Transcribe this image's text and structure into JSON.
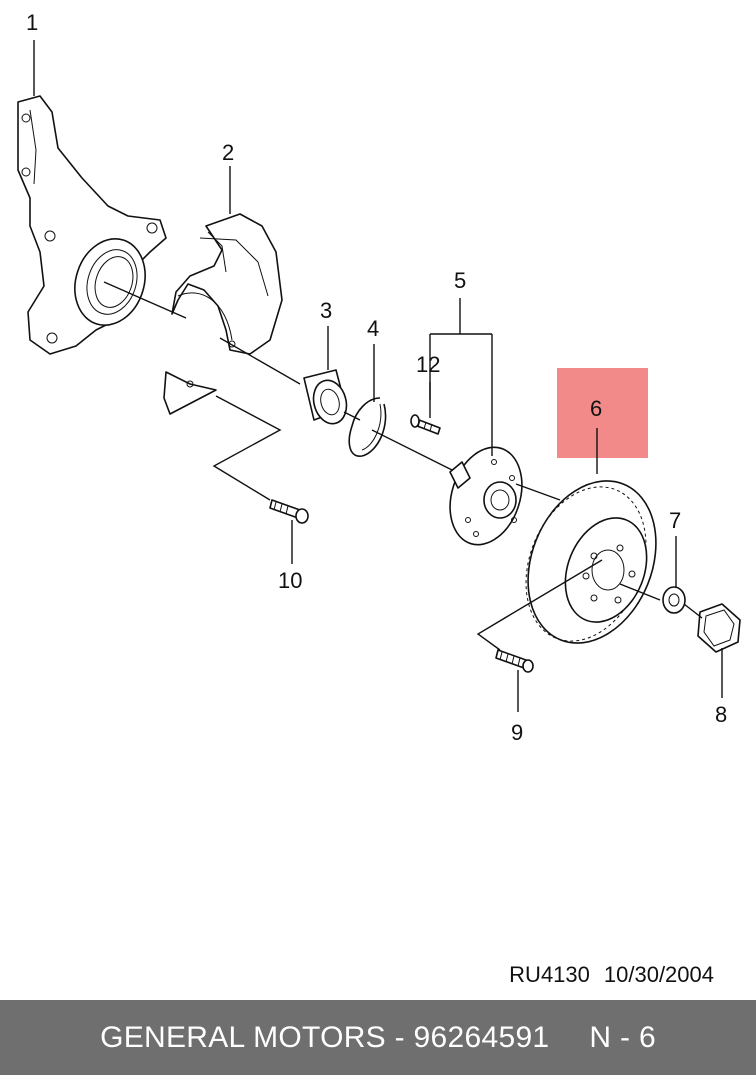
{
  "callouts": {
    "c1": "1",
    "c2": "2",
    "c3": "3",
    "c4": "4",
    "c5": "5",
    "c6": "6",
    "c7": "7",
    "c8": "8",
    "c9": "9",
    "c10": "10",
    "c12": "12"
  },
  "highlight": {
    "part": "6",
    "color": "#f28a8a"
  },
  "reference": {
    "code": "RU4130",
    "date": "10/30/2004"
  },
  "footer": {
    "text": "GENERAL MOTORS - 96264591",
    "page": "N - 6",
    "background": "#6f6f6f"
  }
}
